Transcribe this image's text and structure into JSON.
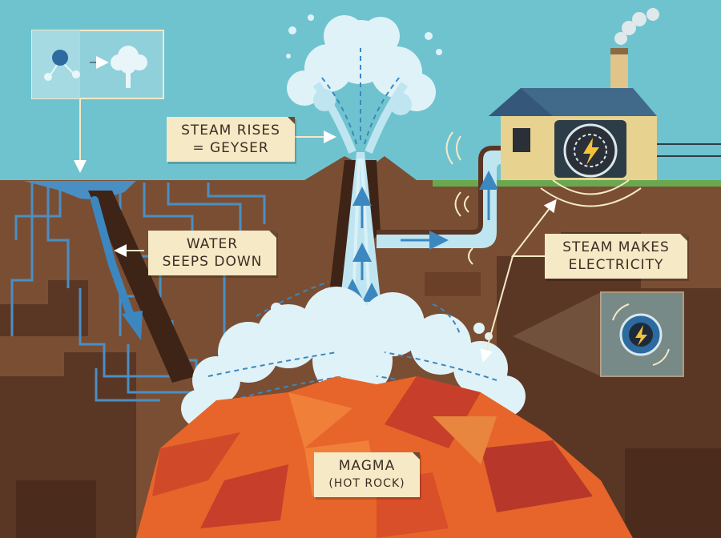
{
  "labels": {
    "steam_rises": {
      "line1": "STEAM RISES",
      "line2": "= GEYSER"
    },
    "water_seeps": {
      "line1": "WATER",
      "line2": "SEEPS DOWN"
    },
    "steam_electricity": {
      "line1": "STEAM MAKES",
      "line2": "ELECTRICITY"
    },
    "magma": {
      "line1": "MAGMA",
      "line2": "(HOT ROCK)"
    }
  },
  "colors": {
    "sky": "#6fc3cf",
    "soil": "#7a4e33",
    "deep_soil": "#5a3624",
    "water": "#4a8fc4",
    "steam": "#cfeaf3",
    "magma": "#e7652a",
    "magma_dark": "#b7382a",
    "label_bg": "#f5e9c6",
    "grass": "#6aa84f"
  },
  "icons": [
    "water-molecule-icon",
    "steam-cloud-icon",
    "turbine-icon",
    "lightning-bolt-icon",
    "power-plant-icon",
    "smokestack-icon"
  ]
}
